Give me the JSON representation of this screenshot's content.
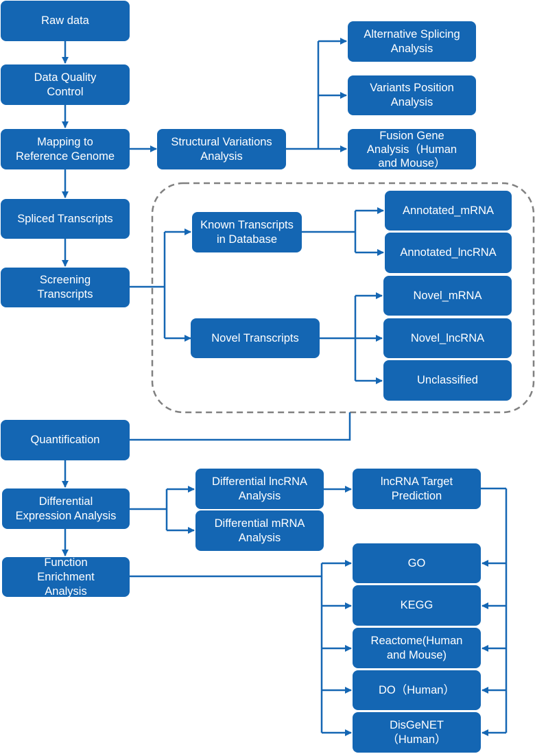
{
  "colors": {
    "node_fill": "#1466b3",
    "node_text": "#ffffff",
    "connector": "#1466b3",
    "dashed_group": "#808080"
  },
  "nodes": {
    "raw_data": "Raw data",
    "data_qc": "Data Quality\nControl",
    "mapping": "Mapping to\nReference Genome",
    "spliced": "Spliced Transcripts",
    "screening": "Screening\nTranscripts",
    "quantification": "Quantification",
    "diff_expr": "Differential\nExpression Analysis",
    "func_enrich": "Function\nEnrichment\nAnalysis",
    "structural": "Structural Variations\nAnalysis",
    "alt_splicing": "Alternative Splicing\nAnalysis",
    "variants": "Variants Position\nAnalysis",
    "fusion": "Fusion Gene\nAnalysis（Human\nand Mouse）",
    "known": "Known Transcripts\nin Database",
    "novel": "Novel Transcripts",
    "ann_mrna": "Annotated_mRNA",
    "ann_lncrna": "Annotated_lncRNA",
    "novel_mrna": "Novel_mRNA",
    "novel_lncrna": "Novel_lncRNA",
    "unclassified": "Unclassified",
    "diff_lncrna": "Differential lncRNA\nAnalysis",
    "diff_mrna": "Differential mRNA\nAnalysis",
    "lncrna_target": "lncRNA Target\nPrediction",
    "go": "GO",
    "kegg": "KEGG",
    "reactome": "Reactome(Human\nand Mouse)",
    "do": "DO（Human）",
    "disgenet": "DisGeNET\n（Human）"
  }
}
